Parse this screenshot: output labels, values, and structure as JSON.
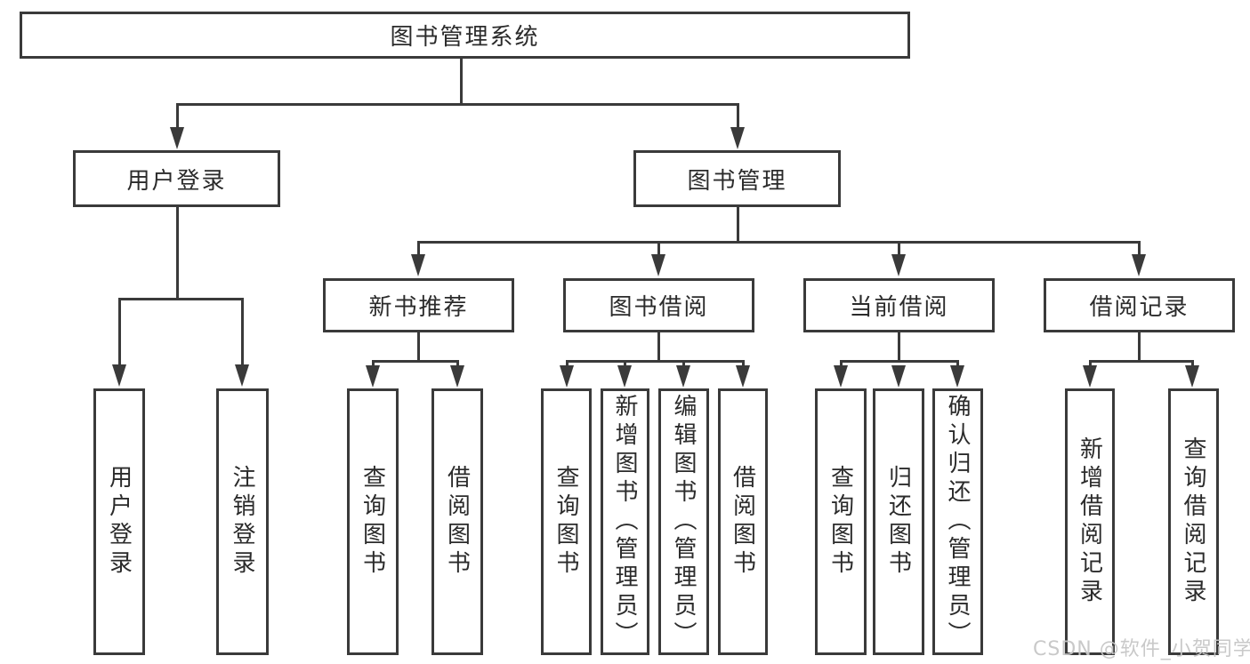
{
  "tree": {
    "root": "图书管理系统",
    "user_login": {
      "label": "用户登录",
      "leaves": [
        "用户登录",
        "注销登录"
      ]
    },
    "book_mgmt": {
      "label": "图书管理",
      "children": [
        {
          "label": "新书推荐",
          "leaves": [
            "查询图书",
            "借阅图书"
          ]
        },
        {
          "label": "图书借阅",
          "leaves": [
            "查询图书",
            "新增图书（管理员）",
            "编辑图书（管理员）",
            "借阅图书"
          ]
        },
        {
          "label": "当前借阅",
          "leaves": [
            "查询图书",
            "归还图书",
            "确认归还（管理员）"
          ]
        },
        {
          "label": "借阅记录",
          "leaves": [
            "新增借阅记录",
            "查询借阅记录"
          ]
        }
      ]
    }
  },
  "colors": {
    "line": "#3a3a3a",
    "text": "#2b2b2b",
    "background": "#ffffff",
    "watermark": "#c6c6c6"
  },
  "watermark": "CSDN @软件_小贺同学"
}
